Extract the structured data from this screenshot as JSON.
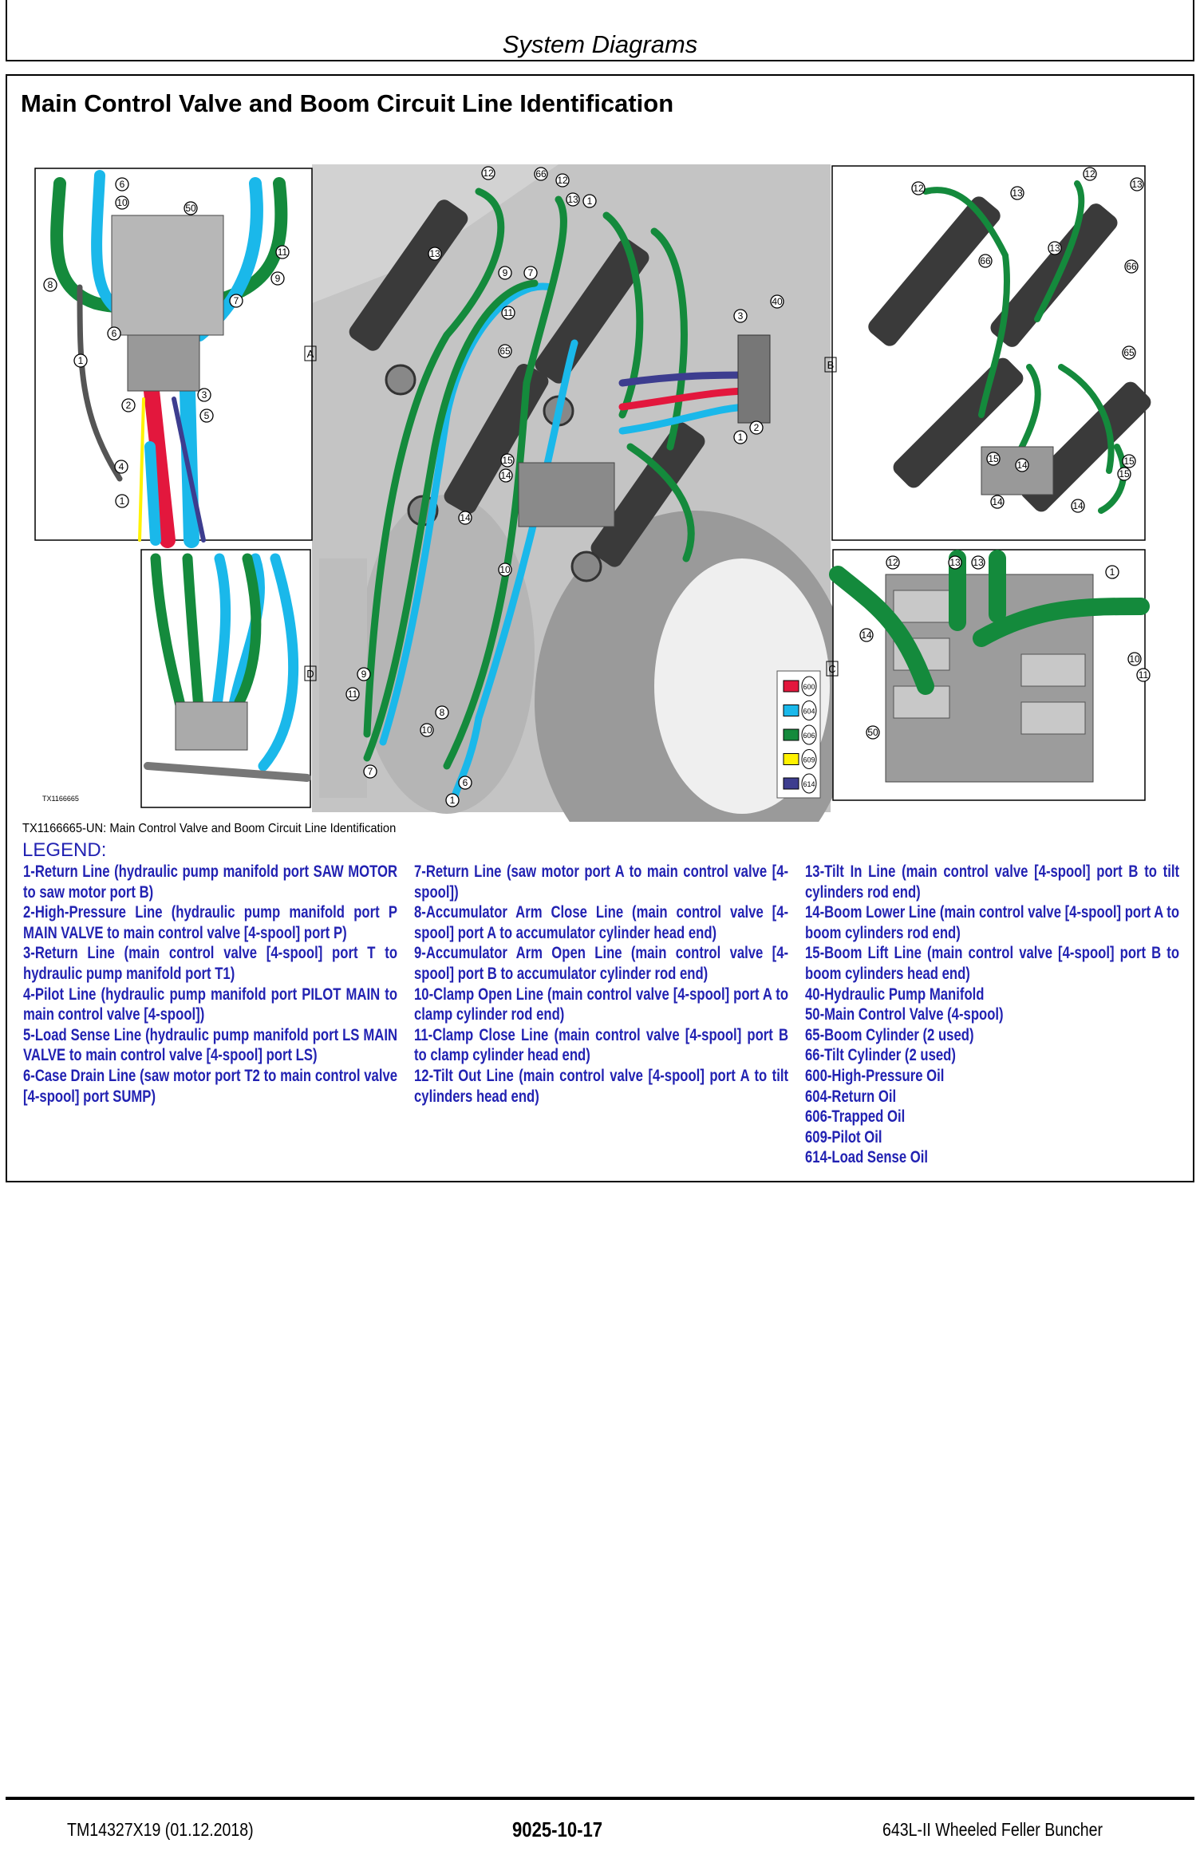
{
  "header": {
    "section_title": "System Diagrams"
  },
  "page_title": "Main Control Valve and Boom Circuit Line Identification",
  "figure": {
    "image_id_label": "TX1166665",
    "view_labels": {
      "a": "A",
      "b": "B",
      "c": "C",
      "d": "D"
    },
    "color_key": [
      {
        "code": "600",
        "color": "#e3173d"
      },
      {
        "code": "604",
        "color": "#1ab8ea"
      },
      {
        "code": "606",
        "color": "#148a3c"
      },
      {
        "code": "609",
        "color": "#fff200"
      },
      {
        "code": "614",
        "color": "#3d3d8f"
      }
    ],
    "callouts": [
      "6",
      "10",
      "50",
      "8",
      "11",
      "9",
      "7",
      "6",
      "1",
      "2",
      "3",
      "5",
      "4",
      "1",
      "12",
      "66",
      "12",
      "13",
      "13",
      "9",
      "7",
      "11",
      "65",
      "15",
      "14",
      "14",
      "10",
      "1",
      "3",
      "40",
      "2",
      "1",
      "9",
      "11",
      "7",
      "8",
      "10",
      "6",
      "1",
      "12",
      "13",
      "66",
      "12",
      "13",
      "66",
      "13",
      "65",
      "15",
      "14",
      "14",
      "15",
      "14",
      "15",
      "13",
      "14",
      "50",
      "12",
      "13",
      "1",
      "10",
      "11"
    ]
  },
  "caption": "TX1166665-UN: Main Control Valve and Boom Circuit Line Identification",
  "legend": {
    "heading": "LEGEND:",
    "columns": [
      [
        "1-Return Line (hydraulic pump manifold port SAW MOTOR to saw motor port B)",
        "2-High-Pressure Line (hydraulic pump manifold port P MAIN VALVE to main control valve [4-spool] port P)",
        "3-Return Line (main control valve [4-spool] port T to hydraulic pump manifold port T1)",
        "4-Pilot Line (hydraulic pump manifold port PILOT MAIN to main control valve [4-spool])",
        "5-Load Sense Line (hydraulic pump manifold port LS MAIN VALVE to main control valve [4-spool] port LS)",
        "6-Case Drain Line (saw motor port T2 to main control valve [4-spool] port SUMP)"
      ],
      [
        "7-Return Line (saw motor port A to main control valve [4-spool])",
        "8-Accumulator Arm Close Line (main control valve [4-spool] port A to accumulator cylinder head end)",
        "9-Accumulator Arm Open Line (main control valve [4-spool] port B to accumulator cylinder rod end)",
        "10-Clamp Open Line (main control valve [4-spool] port A to clamp cylinder rod end)",
        "11-Clamp Close Line (main control valve [4-spool] port B to clamp cylinder head end)",
        "12-Tilt Out Line (main control valve [4-spool] port A to tilt cylinders head end)"
      ],
      [
        "13-Tilt In Line (main control valve [4-spool] port B to tilt cylinders rod end)",
        "14-Boom Lower Line (main control valve [4-spool] port A to boom cylinders rod end)",
        "15-Boom Lift Line (main control valve [4-spool] port B to boom cylinders head end)",
        "40-Hydraulic Pump Manifold",
        "50-Main Control Valve (4-spool)",
        "65-Boom Cylinder (2 used)",
        "66-Tilt Cylinder (2 used)",
        "600-High-Pressure Oil",
        "604-Return Oil",
        "606-Trapped Oil",
        "609-Pilot Oil",
        "614-Load Sense Oil"
      ]
    ]
  },
  "footer": {
    "doc_id": "TM14327X19 (01.12.2018)",
    "page_number": "9025-10-17",
    "product": "643L-II Wheeled Feller Buncher"
  }
}
